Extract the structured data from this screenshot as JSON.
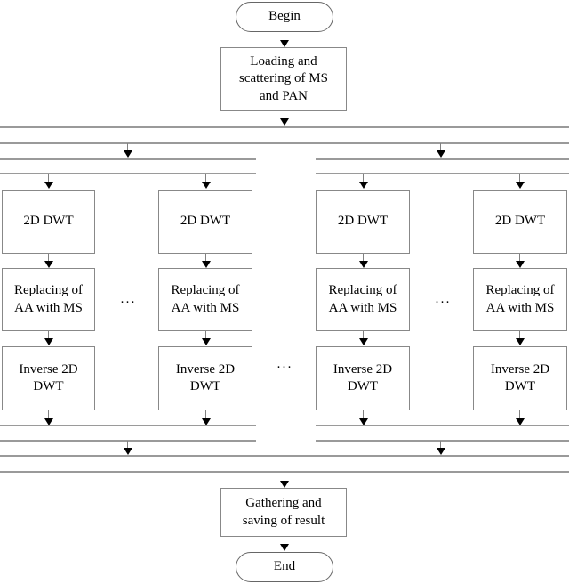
{
  "diagram": {
    "title": "Parallel 2D DWT pansharpening flowchart",
    "colors": {
      "box_border": "#888888",
      "bar": "#9a9a9a",
      "line": "#808080",
      "arrow": "#000000",
      "background": "#ffffff",
      "text": "#000000"
    },
    "nodes": {
      "begin": "Begin",
      "loading": "Loading and\nscattering of MS\nand PAN",
      "gathering": "Gathering and\nsaving of result",
      "end": "End"
    },
    "branches": [
      {
        "id": "branch-1",
        "dwt": "2D DWT",
        "replacing": "Replacing of\nAA with MS",
        "inverse": "Inverse 2D\nDWT"
      },
      {
        "id": "branch-2",
        "dwt": "2D DWT",
        "replacing": "Replacing of\nAA with MS",
        "inverse": "Inverse 2D\nDWT"
      },
      {
        "id": "branch-3",
        "dwt": "2D DWT",
        "replacing": "Replacing of\nAA with MS",
        "inverse": "Inverse 2D\nDWT"
      },
      {
        "id": "branch-4",
        "dwt": "2D DWT",
        "replacing": "Replacing of\nAA with MS",
        "inverse": "Inverse 2D\nDWT"
      }
    ],
    "ellipses": {
      "replacing_row_left": "···",
      "replacing_row_right": "···",
      "inverse_row_middle": "···"
    }
  }
}
